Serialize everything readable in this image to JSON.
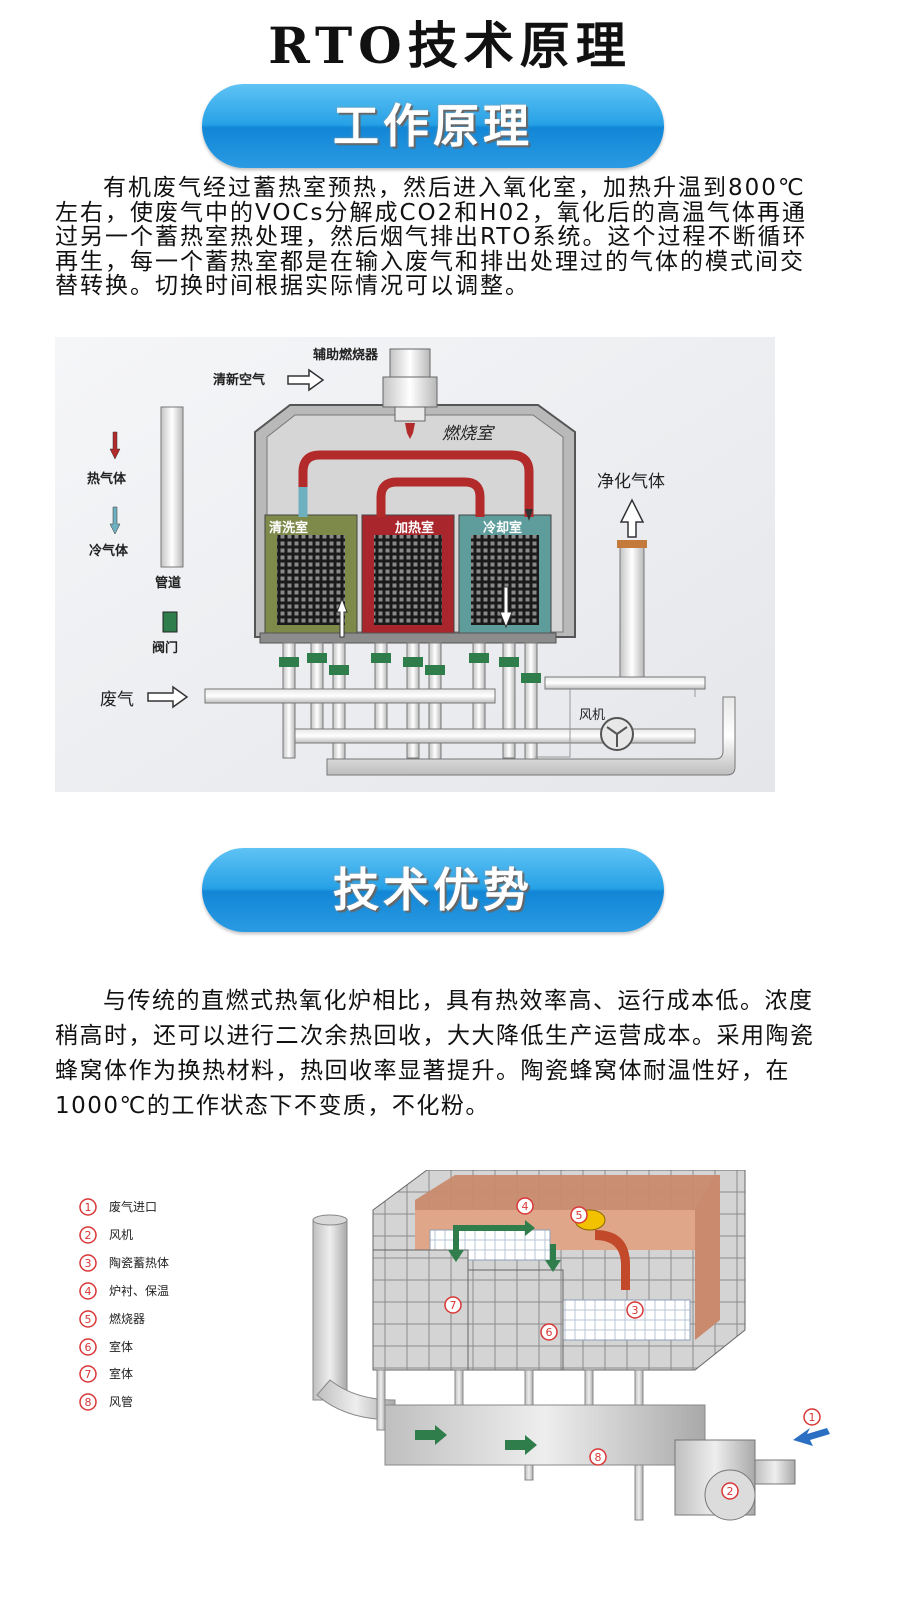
{
  "page": {
    "title": "RTO技术原理"
  },
  "section1": {
    "heading": "工作原理",
    "paragraph": "有机废气经过蓄热室预热，然后进入氧化室，加热升温到800℃左右，使废气中的VOCs分解成CO2和H02，氧化后的高温气体再通过另一个蓄热室热处理，然后烟气排出RTO系统。这个过程不断循环再生，每一个蓄热室都是在输入废气和排出处理过的气体的模式间交替转换。切换时间根据实际情况可以调整。"
  },
  "diagram1": {
    "labels": {
      "aux_burner": "辅助燃烧器",
      "fresh_air": "清新空气",
      "combustion_chamber": "燃烧室",
      "hot_gas": "热气体",
      "cold_gas": "冷气体",
      "pipe": "管道",
      "valve": "阀门",
      "waste_gas": "废气",
      "clean_chamber": "清洗室",
      "heat_chamber": "加热室",
      "cool_chamber": "冷却室",
      "purified_gas": "净化气体",
      "fan": "风机"
    },
    "colors": {
      "clean_chamber": "#7e8a4a",
      "heat_chamber": "#a8262c",
      "cool_chamber": "#5f9c9c",
      "hot_pipe": "#b22a2a",
      "cold_pipe": "#6fb0c0",
      "valve": "#2e7d4a"
    }
  },
  "section2": {
    "heading": "技术优势",
    "paragraph": "与传统的直燃式热氧化炉相比，具有热效率高、运行成本低。浓度稍高时，还可以进行二次余热回收，大大降低生产运营成本。采用陶瓷蜂窝体作为换热材料，热回收率显著提升。陶瓷蜂窝体耐温性好，在1000℃的工作状态下不变质，不化粉。"
  },
  "diagram2": {
    "legend": [
      {
        "num": "1",
        "text": "废气进口"
      },
      {
        "num": "2",
        "text": "风机"
      },
      {
        "num": "3",
        "text": "陶瓷蓄热体"
      },
      {
        "num": "4",
        "text": "炉衬、保温"
      },
      {
        "num": "5",
        "text": "燃烧器"
      },
      {
        "num": "6",
        "text": "室体"
      },
      {
        "num": "7",
        "text": "室体"
      },
      {
        "num": "8",
        "text": "风管"
      }
    ],
    "callouts": {
      "c1": "1",
      "c2": "2",
      "c3": "3",
      "c4": "4",
      "c5": "5",
      "c6": "6",
      "c7": "7",
      "c8": "8"
    },
    "colors": {
      "callout": "#d93636",
      "lining": "#c98a6e",
      "arrow_green": "#2e7d4a",
      "arrow_blue": "#2a6fc2",
      "burner": "#f2c200"
    }
  }
}
